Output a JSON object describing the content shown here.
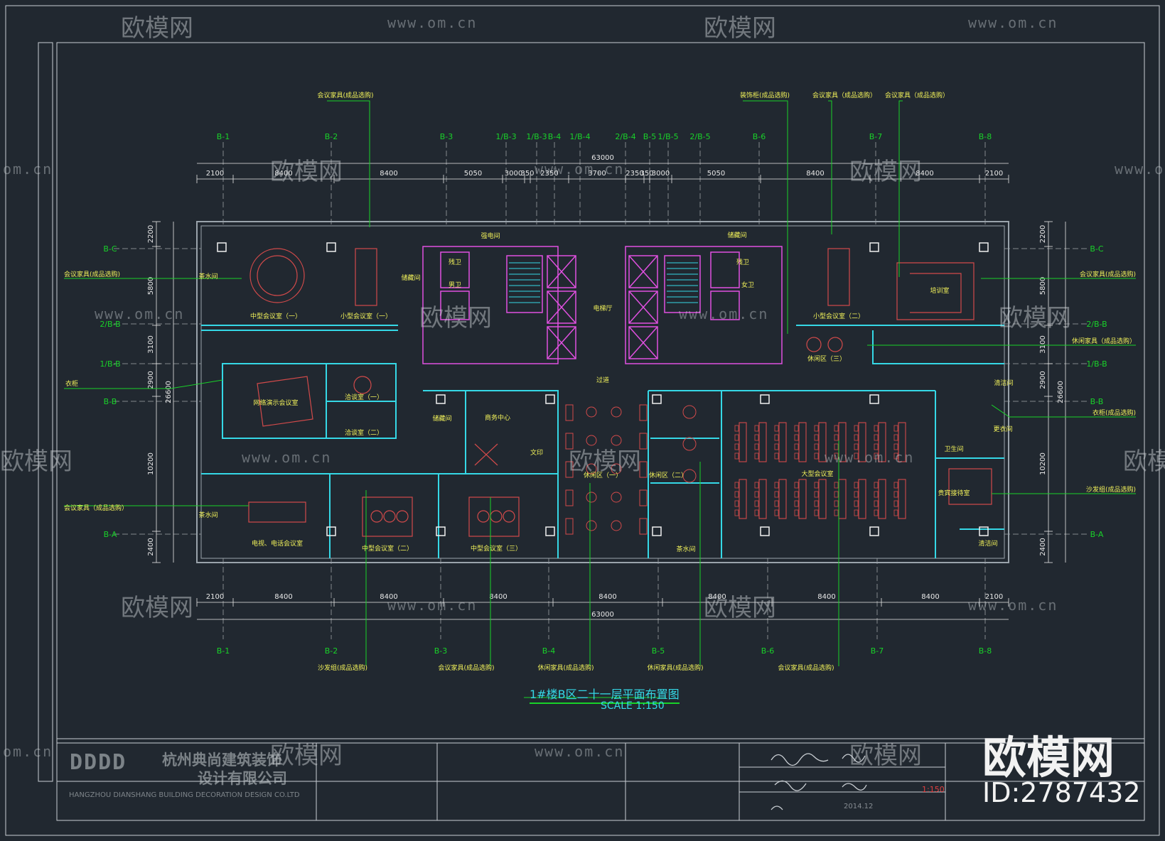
{
  "drawing": {
    "title": "1#楼B区二十一层平面布置图",
    "scale": "SCALE 1:150",
    "colors": {
      "background": "#212830",
      "wall": "#9aa3ab",
      "partition": "#35d8e6",
      "furniture": "#d24a4a",
      "fixture": "#e050e0",
      "annotation": "#19d229",
      "label": "#f2f25a",
      "dimension": "#e8e8e8"
    }
  },
  "axes": {
    "top": [
      "B-1",
      "B-2",
      "B-3",
      "1/B-3",
      "1/B-3",
      "B-4",
      "1/B-4",
      "2/B-4",
      "B-5",
      "1/B-5",
      "2/B-5",
      "B-6",
      "B-7",
      "B-8"
    ],
    "bottom": [
      "B-1",
      "B-2",
      "B-3",
      "B-4",
      "B-5",
      "B-6",
      "B-7",
      "B-8"
    ],
    "left": [
      "B-C",
      "2/B-B",
      "1/B-B",
      "B-B",
      "B-A"
    ],
    "right": [
      "B-C",
      "2/B-B",
      "1/B-B",
      "B-B",
      "B-A"
    ]
  },
  "dimensions": {
    "top_total": "63000",
    "top": [
      "2100",
      "8400",
      "8400",
      "5050",
      "3000",
      "350",
      "2350",
      "3700",
      "2350",
      "350",
      "3000",
      "5050",
      "8400",
      "8400",
      "2100"
    ],
    "bottom_total": "63000",
    "bottom": [
      "2100",
      "8400",
      "8400",
      "8400",
      "8400",
      "8400",
      "8400",
      "8400",
      "2100"
    ],
    "left_total": "26600",
    "left": [
      "2200",
      "5800",
      "3100",
      "2900",
      "10200",
      "2400"
    ],
    "right_total": "26600",
    "right": [
      "2200",
      "5800",
      "3100",
      "2900",
      "10200",
      "2400"
    ]
  },
  "rooms": [
    {
      "name": "茶水间"
    },
    {
      "name": "中型会议室（一）"
    },
    {
      "name": "小型会议室（一）"
    },
    {
      "name": "储藏间"
    },
    {
      "name": "强电间"
    },
    {
      "name": "残卫"
    },
    {
      "name": "男卫"
    },
    {
      "name": "电梯厅"
    },
    {
      "name": "储藏间"
    },
    {
      "name": "残卫"
    },
    {
      "name": "女卫"
    },
    {
      "name": "小型会议室（二）"
    },
    {
      "name": "培训室"
    },
    {
      "name": "休闲区（三）"
    },
    {
      "name": "网络演示会议室"
    },
    {
      "name": "洽谈室（一）"
    },
    {
      "name": "洽谈室（二）"
    },
    {
      "name": "过道"
    },
    {
      "name": "储藏间"
    },
    {
      "name": "商务中心"
    },
    {
      "name": "文印"
    },
    {
      "name": "休闲区（一）"
    },
    {
      "name": "休闲区（二）"
    },
    {
      "name": "大型会议室"
    },
    {
      "name": "卫生间"
    },
    {
      "name": "贵宾接待室"
    },
    {
      "name": "茶水间"
    },
    {
      "name": "电视、电话会议室"
    },
    {
      "name": "中型会议室（二）"
    },
    {
      "name": "中型会议室（三）"
    },
    {
      "name": "茶水间"
    },
    {
      "name": "清洁间"
    },
    {
      "name": "清洁间"
    },
    {
      "name": "更衣间"
    }
  ],
  "callouts": [
    {
      "text": "会议家具(成品选购)"
    },
    {
      "text": "装饰柜(成品选购)"
    },
    {
      "text": "会议家具（成品选购）"
    },
    {
      "text": "会议家具（成品选购）"
    },
    {
      "text": "会议家具(成品选购)"
    },
    {
      "text": "会议家具(成品选购)"
    },
    {
      "text": "休闲家具（成品选购）"
    },
    {
      "text": "衣柜"
    },
    {
      "text": "衣柜(成品选购)"
    },
    {
      "text": "会议家具（成品选购）"
    },
    {
      "text": "沙发组(成品选购)"
    },
    {
      "text": "沙发组(成品选购)"
    },
    {
      "text": "会议家具(成品选购)"
    },
    {
      "text": "休闲家具(成品选购)"
    },
    {
      "text": "休闲家具(成品选购)"
    },
    {
      "text": "会议家具(成品选购)"
    }
  ],
  "watermarks": {
    "brand": "欧模网",
    "url": "www.om.cn",
    "url_short": "om.cn",
    "id": "ID:2787432"
  },
  "title_block": {
    "logo": "DDDD",
    "company_line1": "杭州典尚建筑装饰",
    "company_line2": "设计有限公司",
    "company_en": "HANGZHOU DIANSHANG  BUILDING DECORATION DESIGN CO.LTD",
    "scale_value": "1:150",
    "date": "2014.12"
  }
}
